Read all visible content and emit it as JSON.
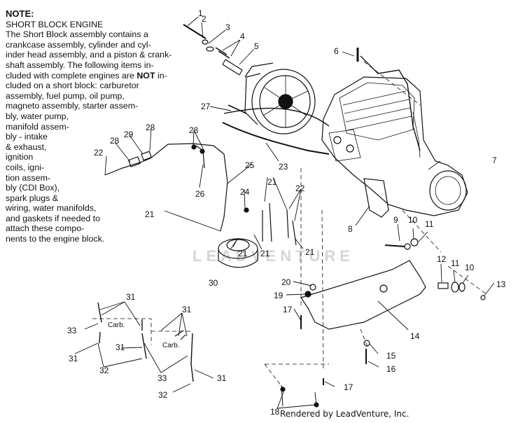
{
  "note": {
    "title": "NOTE:",
    "lines": [
      "SHORT BLOCK ENGINE",
      "The Short Block assembly contains a",
      "crankcase assembly, cylinder and cyl-",
      "inder head assembly, and a piston & crank-",
      "shaft assembly.  The following items in-",
      "cluded with complete engines are NOT in-",
      "cluded on a short block:  carburetor",
      "assembly, fuel pump, oil pump,",
      "magneto assembly, starter assem-",
      "bly, water pump,",
      "manifold assem-",
      "bly - intake",
      "& exhaust,",
      "ignition",
      "coils, igni-",
      "tion assem-",
      "bly (CDI Box),",
      "spark plugs &",
      "wiring, water manifolds,",
      "and gaskets if needed to",
      "attach these compo-",
      "nents to the engine block."
    ]
  },
  "callouts": {
    "c1": "1",
    "c2": "2",
    "c3": "3",
    "c4": "4",
    "c5": "5",
    "c6": "6",
    "c7": "7",
    "c8": "8",
    "c9": "9",
    "c10a": "10",
    "c11a": "11",
    "c12": "12",
    "c11b": "11",
    "c10b": "10",
    "c13": "13",
    "c14": "14",
    "c15": "15",
    "c16": "16",
    "c17a": "17",
    "c17b": "17",
    "c18": "18",
    "c19": "19",
    "c20": "20",
    "c21a": "21",
    "c21b": "21",
    "c21c": "21",
    "c21d": "21",
    "c21e": "21",
    "c22a": "22",
    "c22b": "22",
    "c23": "23",
    "c24": "24",
    "c25": "25",
    "c26": "26",
    "c27": "27",
    "c28a": "28",
    "c28b": "28",
    "c28c": "28",
    "c29": "29",
    "c30": "30",
    "c31a": "31",
    "c31b": "31",
    "c31c": "31",
    "c31d": "31",
    "c31e": "31",
    "c32a": "32",
    "c32b": "32",
    "c33a": "33",
    "c33b": "33"
  },
  "carb_labels": {
    "left": "Carb.",
    "right": "Carb."
  },
  "watermark": "LEADVENTURE",
  "footer": "Rendered by LeadVenture, Inc."
}
